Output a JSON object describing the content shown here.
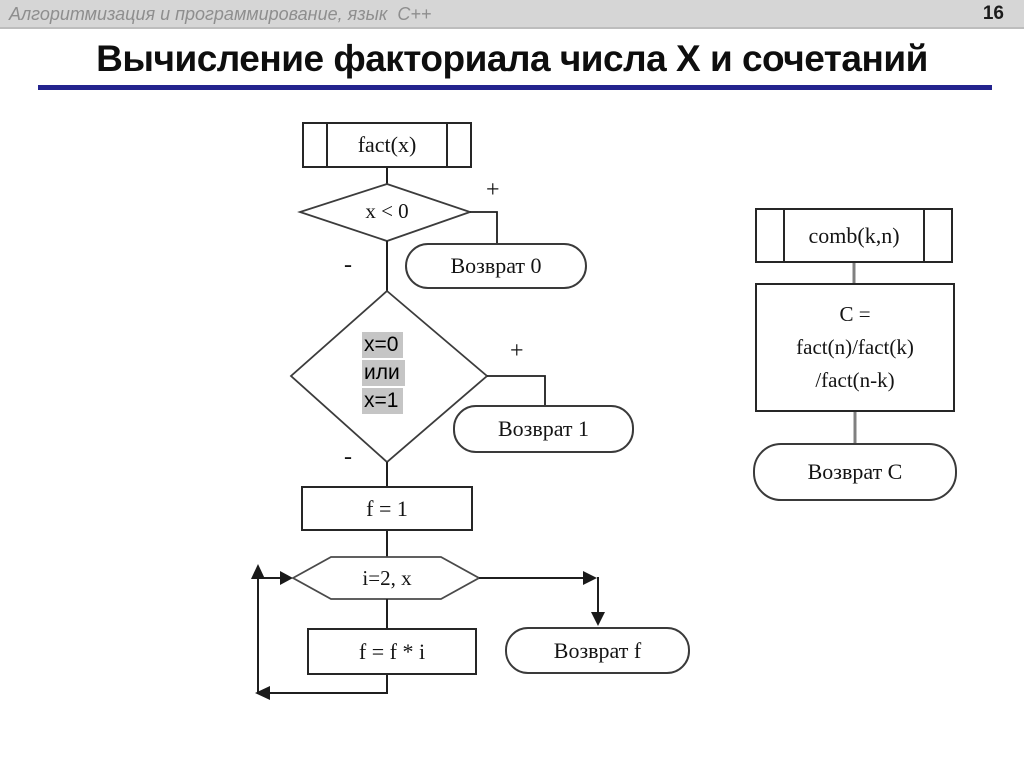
{
  "header": {
    "course_title": "Алгоритмизация и программирование, язык  С++",
    "page_number": "16"
  },
  "slide": {
    "title": "Вычисление факториала числа X и сочетаний"
  },
  "colors": {
    "title_underline": "#23238e",
    "header_bg": "#d6d6d6",
    "highlight_bg": "#c5c5c5",
    "connector_gray": "#808080",
    "line_black": "#1a1a1a"
  },
  "fact_flowchart": {
    "subroutine_label": "fact(x)",
    "decision_negative": {
      "condition": "x < 0",
      "true_label": "+",
      "false_label": "-"
    },
    "return_zero": "Возврат 0",
    "decision_base": {
      "condition_lines": [
        "x=0",
        "или",
        "x=1"
      ],
      "true_label": "+",
      "false_label": "-"
    },
    "return_one": "Возврат 1",
    "assign_init": "f = 1",
    "loop_header": "i=2, x",
    "loop_body": "f = f * i",
    "return_f": "Возврат f"
  },
  "comb_flowchart": {
    "subroutine_label": "comb(k,n)",
    "formula_lines": [
      "C =",
      "fact(n)/fact(k)",
      "/fact(n-k)"
    ],
    "return_c": "Возврат C"
  }
}
